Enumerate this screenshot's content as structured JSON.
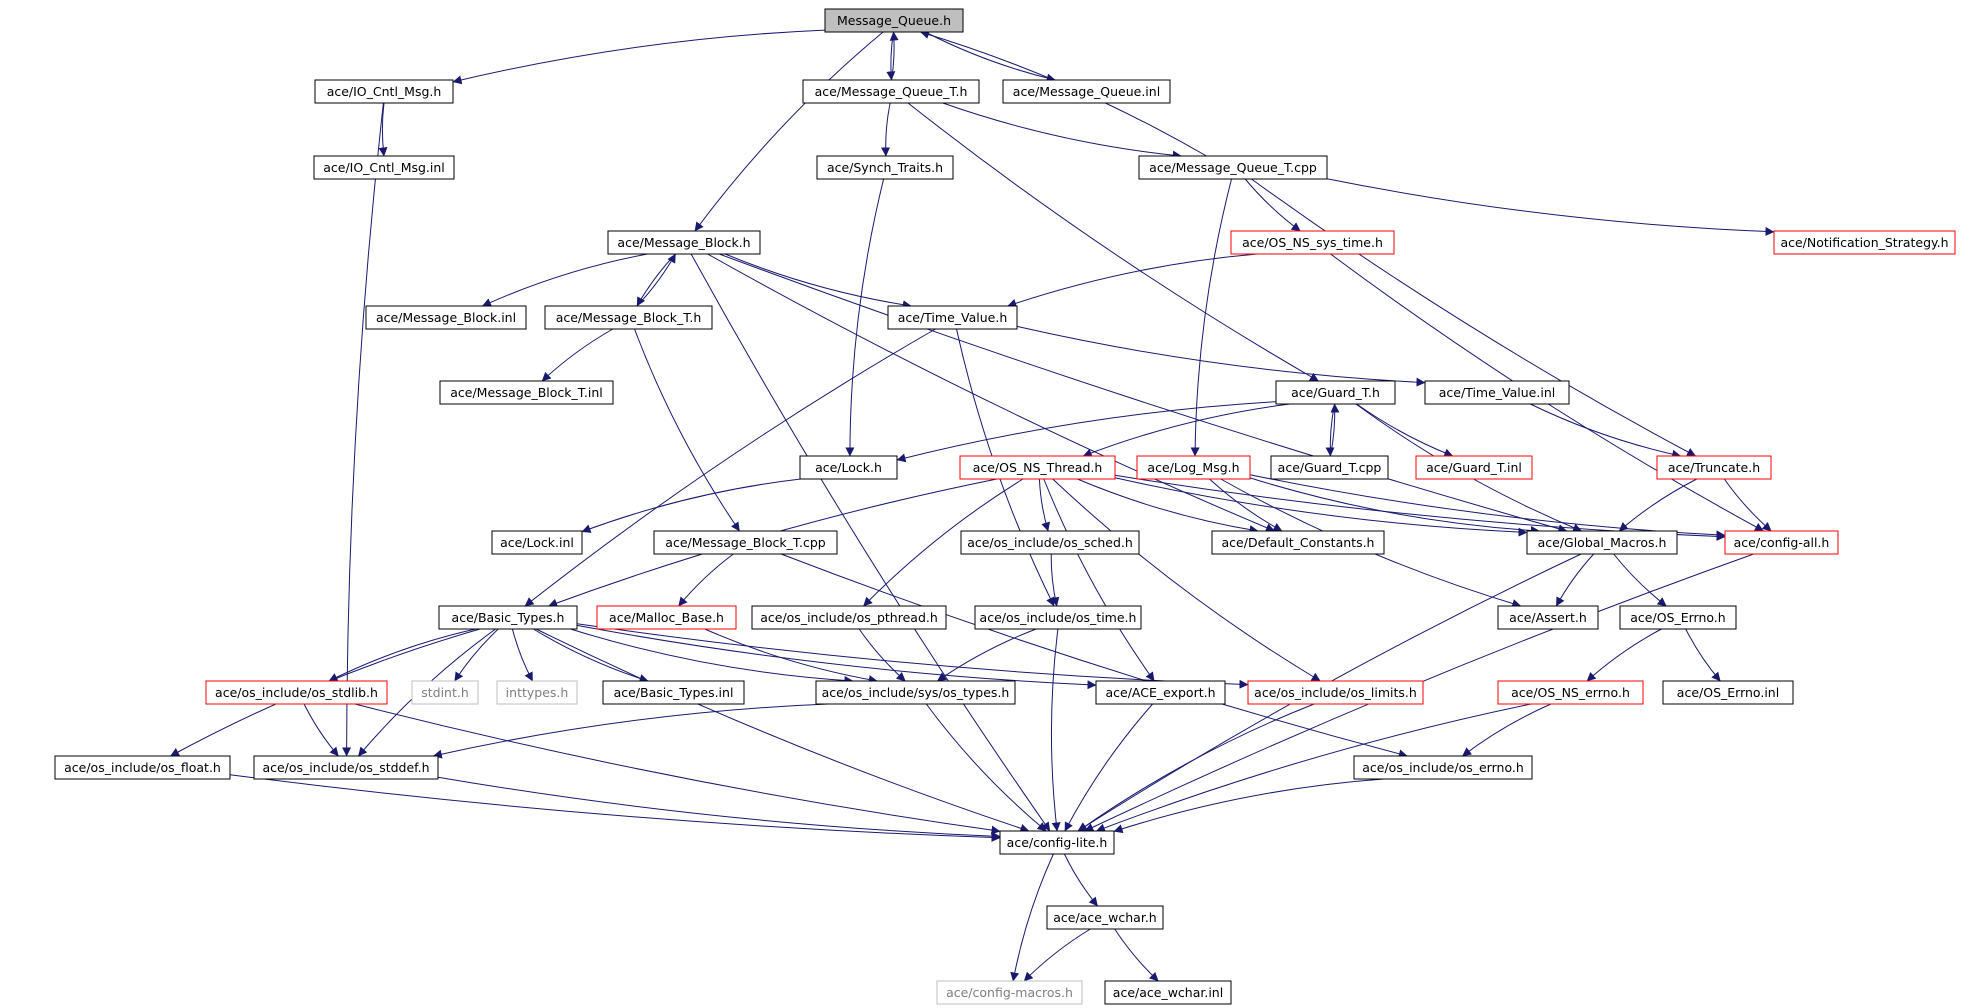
{
  "nodes": [
    {
      "id": "mq",
      "label": "Message_Queue.h",
      "style": "root"
    },
    {
      "id": "ioc",
      "label": "ace/IO_Cntl_Msg.h",
      "style": "normal"
    },
    {
      "id": "mqt",
      "label": "ace/Message_Queue_T.h",
      "style": "normal"
    },
    {
      "id": "mqinl",
      "label": "ace/Message_Queue.inl",
      "style": "normal"
    },
    {
      "id": "iocinl",
      "label": "ace/IO_Cntl_Msg.inl",
      "style": "normal"
    },
    {
      "id": "st",
      "label": "ace/Synch_Traits.h",
      "style": "normal"
    },
    {
      "id": "mqtcpp",
      "label": "ace/Message_Queue_T.cpp",
      "style": "normal"
    },
    {
      "id": "mb",
      "label": "ace/Message_Block.h",
      "style": "normal"
    },
    {
      "id": "ossys",
      "label": "ace/OS_NS_sys_time.h",
      "style": "red"
    },
    {
      "id": "notif",
      "label": "ace/Notification_Strategy.h",
      "style": "red"
    },
    {
      "id": "mbinl",
      "label": "ace/Message_Block.inl",
      "style": "normal"
    },
    {
      "id": "mbt",
      "label": "ace/Message_Block_T.h",
      "style": "normal"
    },
    {
      "id": "tv",
      "label": "ace/Time_Value.h",
      "style": "normal"
    },
    {
      "id": "mbtinl",
      "label": "ace/Message_Block_T.inl",
      "style": "normal"
    },
    {
      "id": "gt",
      "label": "ace/Guard_T.h",
      "style": "normal"
    },
    {
      "id": "tvinl",
      "label": "ace/Time_Value.inl",
      "style": "normal"
    },
    {
      "id": "lock",
      "label": "ace/Lock.h",
      "style": "normal"
    },
    {
      "id": "osthr",
      "label": "ace/OS_NS_Thread.h",
      "style": "red"
    },
    {
      "id": "log",
      "label": "ace/Log_Msg.h",
      "style": "red"
    },
    {
      "id": "gtcpp",
      "label": "ace/Guard_T.cpp",
      "style": "normal"
    },
    {
      "id": "gtinl",
      "label": "ace/Guard_T.inl",
      "style": "red"
    },
    {
      "id": "trunc",
      "label": "ace/Truncate.h",
      "style": "red"
    },
    {
      "id": "lockinl",
      "label": "ace/Lock.inl",
      "style": "normal"
    },
    {
      "id": "mbtcpp",
      "label": "ace/Message_Block_T.cpp",
      "style": "normal"
    },
    {
      "id": "sched",
      "label": "ace/os_include/os_sched.h",
      "style": "normal"
    },
    {
      "id": "defc",
      "label": "ace/Default_Constants.h",
      "style": "normal"
    },
    {
      "id": "gm",
      "label": "ace/Global_Macros.h",
      "style": "normal"
    },
    {
      "id": "cfgall",
      "label": "ace/config-all.h",
      "style": "red"
    },
    {
      "id": "bt",
      "label": "ace/Basic_Types.h",
      "style": "normal"
    },
    {
      "id": "malloc",
      "label": "ace/Malloc_Base.h",
      "style": "red"
    },
    {
      "id": "pthr",
      "label": "ace/os_include/os_pthread.h",
      "style": "normal"
    },
    {
      "id": "ostime",
      "label": "ace/os_include/os_time.h",
      "style": "normal"
    },
    {
      "id": "assert",
      "label": "ace/Assert.h",
      "style": "normal"
    },
    {
      "id": "oserrno",
      "label": "ace/OS_Errno.h",
      "style": "normal"
    },
    {
      "id": "stdlib",
      "label": "ace/os_include/os_stdlib.h",
      "style": "red"
    },
    {
      "id": "stdint",
      "label": "stdint.h",
      "style": "gray"
    },
    {
      "id": "inttypes",
      "label": "inttypes.h",
      "style": "gray"
    },
    {
      "id": "btinl",
      "label": "ace/Basic_Types.inl",
      "style": "normal"
    },
    {
      "id": "systypes",
      "label": "ace/os_include/sys/os_types.h",
      "style": "normal"
    },
    {
      "id": "aceexp",
      "label": "ace/ACE_export.h",
      "style": "normal"
    },
    {
      "id": "limits",
      "label": "ace/os_include/os_limits.h",
      "style": "red"
    },
    {
      "id": "nserrno",
      "label": "ace/OS_NS_errno.h",
      "style": "red"
    },
    {
      "id": "oserrinl",
      "label": "ace/OS_Errno.inl",
      "style": "normal"
    },
    {
      "id": "float",
      "label": "ace/os_include/os_float.h",
      "style": "normal"
    },
    {
      "id": "stddef",
      "label": "ace/os_include/os_stddef.h",
      "style": "normal"
    },
    {
      "id": "errnoh",
      "label": "ace/os_include/os_errno.h",
      "style": "normal"
    },
    {
      "id": "cfglite",
      "label": "ace/config-lite.h",
      "style": "normal"
    },
    {
      "id": "wchar",
      "label": "ace/ace_wchar.h",
      "style": "normal"
    },
    {
      "id": "cfgmac",
      "label": "ace/config-macros.h",
      "style": "gray"
    },
    {
      "id": "wcharinl",
      "label": "ace/ace_wchar.inl",
      "style": "normal"
    }
  ],
  "edges": [
    [
      "mq",
      "ioc"
    ],
    [
      "mq",
      "mqt"
    ],
    [
      "mq",
      "mqinl"
    ],
    [
      "mq",
      "mb"
    ],
    [
      "ioc",
      "iocinl"
    ],
    [
      "ioc",
      "stddef"
    ],
    [
      "mqt",
      "mq"
    ],
    [
      "mqt",
      "st"
    ],
    [
      "mqt",
      "mqtcpp"
    ],
    [
      "mqt",
      "gt"
    ],
    [
      "mqtcpp",
      "mq"
    ],
    [
      "mqtcpp",
      "ossys"
    ],
    [
      "mqtcpp",
      "notif"
    ],
    [
      "mqtcpp",
      "log"
    ],
    [
      "mqtcpp",
      "trunc"
    ],
    [
      "st",
      "lock"
    ],
    [
      "mb",
      "mbinl"
    ],
    [
      "mb",
      "mbt"
    ],
    [
      "mb",
      "tv"
    ],
    [
      "mb",
      "gm"
    ],
    [
      "mb",
      "defc"
    ],
    [
      "mb",
      "cfglite"
    ],
    [
      "mbt",
      "mb"
    ],
    [
      "mbt",
      "mbtinl"
    ],
    [
      "mbt",
      "mbtcpp"
    ],
    [
      "ossys",
      "tv"
    ],
    [
      "ossys",
      "cfgall"
    ],
    [
      "tv",
      "tvinl"
    ],
    [
      "tv",
      "bt"
    ],
    [
      "tv",
      "ostime"
    ],
    [
      "tvinl",
      "trunc"
    ],
    [
      "gt",
      "lock"
    ],
    [
      "gt",
      "osthr"
    ],
    [
      "gt",
      "gtcpp"
    ],
    [
      "gt",
      "gtinl"
    ],
    [
      "gt",
      "gm"
    ],
    [
      "gtcpp",
      "gt"
    ],
    [
      "lock",
      "lockinl"
    ],
    [
      "osthr",
      "bt"
    ],
    [
      "osthr",
      "defc"
    ],
    [
      "osthr",
      "gm"
    ],
    [
      "osthr",
      "cfgall"
    ],
    [
      "osthr",
      "sched"
    ],
    [
      "osthr",
      "pthr"
    ],
    [
      "osthr",
      "aceexp"
    ],
    [
      "osthr",
      "limits"
    ],
    [
      "log",
      "defc"
    ],
    [
      "log",
      "gm"
    ],
    [
      "log",
      "assert"
    ],
    [
      "log",
      "cfgall"
    ],
    [
      "trunc",
      "gm"
    ],
    [
      "trunc",
      "cfgall"
    ],
    [
      "mbtcpp",
      "malloc"
    ],
    [
      "mbtcpp",
      "errnoh"
    ],
    [
      "sched",
      "ostime"
    ],
    [
      "gm",
      "assert"
    ],
    [
      "gm",
      "oserrno"
    ],
    [
      "gm",
      "cfglite"
    ],
    [
      "cfgall",
      "cfglite"
    ],
    [
      "bt",
      "stdlib"
    ],
    [
      "bt",
      "stdint"
    ],
    [
      "bt",
      "inttypes"
    ],
    [
      "bt",
      "btinl"
    ],
    [
      "bt",
      "systypes"
    ],
    [
      "bt",
      "aceexp"
    ],
    [
      "bt",
      "limits"
    ],
    [
      "bt",
      "float"
    ],
    [
      "bt",
      "stddef"
    ],
    [
      "bt",
      "cfglite"
    ],
    [
      "malloc",
      "systypes"
    ],
    [
      "pthr",
      "systypes"
    ],
    [
      "ostime",
      "systypes"
    ],
    [
      "ostime",
      "cfglite"
    ],
    [
      "oserrno",
      "nserrno"
    ],
    [
      "oserrno",
      "oserrinl"
    ],
    [
      "stdlib",
      "stddef"
    ],
    [
      "stdlib",
      "cfglite"
    ],
    [
      "systypes",
      "stddef"
    ],
    [
      "systypes",
      "cfglite"
    ],
    [
      "aceexp",
      "cfglite"
    ],
    [
      "limits",
      "cfglite"
    ],
    [
      "nserrno",
      "errnoh"
    ],
    [
      "nserrno",
      "cfglite"
    ],
    [
      "float",
      "cfglite"
    ],
    [
      "stddef",
      "cfglite"
    ],
    [
      "errnoh",
      "cfglite"
    ],
    [
      "cfglite",
      "wchar"
    ],
    [
      "cfglite",
      "cfgmac"
    ],
    [
      "wchar",
      "cfgmac"
    ],
    [
      "wchar",
      "wcharinl"
    ]
  ],
  "colors": {
    "edge": "#191970",
    "root_fill": "#bfbfbf",
    "normal_border": "#000000",
    "red_border": "#ff0000",
    "gray_border": "#bfbfbf",
    "gray_text": "#7f7f7f"
  }
}
